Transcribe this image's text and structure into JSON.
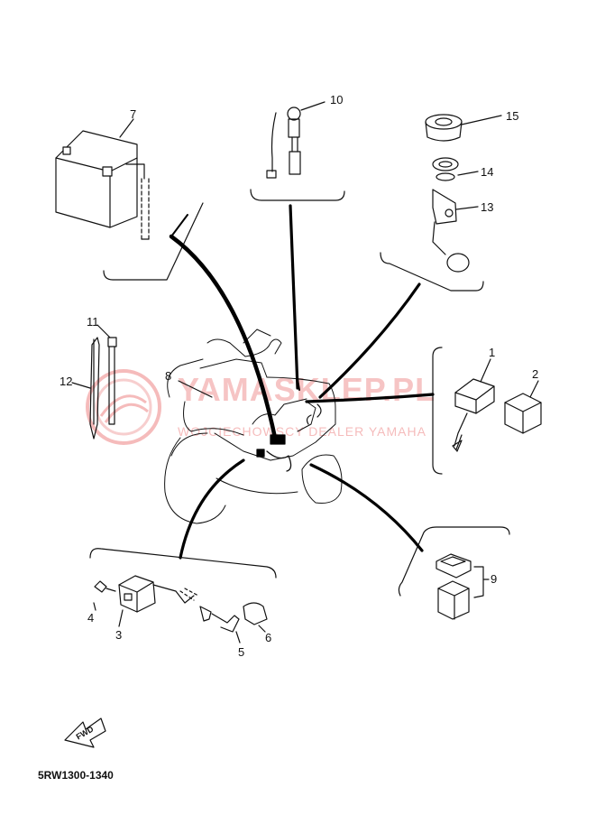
{
  "callouts": {
    "n1": "1",
    "n2": "2",
    "n3": "3",
    "n4": "4",
    "n5": "5",
    "n6": "6",
    "n7": "7",
    "n8": "8",
    "n9": "9",
    "n10": "10",
    "n11": "11",
    "n12": "12",
    "n13": "13",
    "n14": "14",
    "n15": "15"
  },
  "fwd_label": "FWD",
  "diagram_code": "5RW1300-1340",
  "watermark": {
    "title": "YAMASKLEP.PL",
    "subtitle": "WOJCIECHOWSCY DEALER YAMAHA",
    "color": "#e03c3c"
  },
  "colors": {
    "line": "#111111",
    "harness": "#000000"
  }
}
